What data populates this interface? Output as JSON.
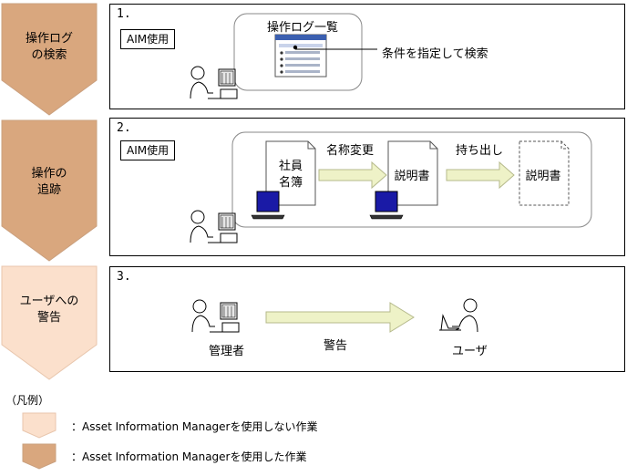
{
  "colors": {
    "chevron_dark": "#d9a77e",
    "chevron_light": "#fbe0cc",
    "arrow_fill": "#eef2c7",
    "arrow_stroke": "#b5b98b",
    "monitor_blue": "#1a1aa6"
  },
  "steps": [
    {
      "chevron_label": "操作ログ\nの検索",
      "number": "1.",
      "tag": "AIM使用",
      "window_title": "操作ログ一覧",
      "callout": "条件を指定して検索"
    },
    {
      "chevron_label": "操作の\n追跡",
      "number": "2.",
      "tag": "AIM使用",
      "doc1": "社員\n名簿",
      "arrow1_label": "名称変更",
      "doc2": "説明書",
      "arrow2_label": "持ち出し",
      "doc3": "説明書"
    },
    {
      "chevron_label": "ユーザへの\n警告",
      "number": "3.",
      "admin_label": "管理者",
      "arrow_label": "警告",
      "user_label": "ユーザ"
    }
  ],
  "legend": {
    "title": "（凡例）",
    "items": [
      {
        "text": "：Asset Information Managerを使用しない作業",
        "icon": "light-chevron-icon"
      },
      {
        "text": "：Asset Information Managerを使用した作業",
        "icon": "dark-chevron-icon"
      }
    ]
  }
}
